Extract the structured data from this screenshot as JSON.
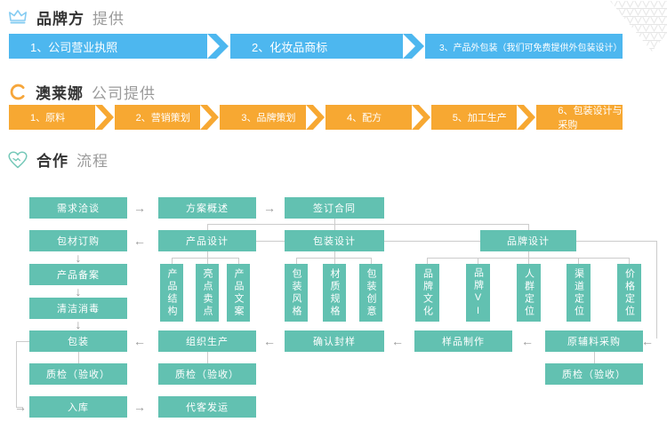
{
  "colors": {
    "blue": "#4db7ef",
    "orange": "#f7a832",
    "teal": "#62c1b1",
    "line": "#cccccc",
    "arrow": "#999999",
    "title_dark": "#333333",
    "title_light": "#999999",
    "icon_blue": "#85ccf2",
    "icon_orange": "#f6a63b",
    "icon_teal": "#74c8b8",
    "deco_gray": "#e6e6e6"
  },
  "arrows": {
    "right": "→",
    "left": "←",
    "down": "↓"
  },
  "sections": [
    {
      "icon": "crown-icon",
      "title_bold": "品牌方",
      "title_light": "提供",
      "items": [
        "1、公司营业执照",
        "2、化妆品商标",
        "3、产品外包装（我们可免费提供外包装设计）"
      ]
    },
    {
      "icon": "ring-icon",
      "title_bold": "澳莱娜",
      "title_light": "公司提供",
      "items": [
        "1、原料",
        "2、营销策划",
        "3、品牌策划",
        "4、配方",
        "5、加工生产",
        "6、包装设计与采购"
      ]
    },
    {
      "icon": "heart-handshake-icon",
      "title_bold": "合作",
      "title_light": "流程"
    }
  ],
  "flow": {
    "boxes": {
      "demand": "需求洽谈",
      "proposal": "方案概述",
      "contract": "签订合同",
      "packaging_order": "包材订购",
      "product_design": "产品设计",
      "package_design": "包装设计",
      "brand_design": "品牌设计",
      "product_record": "产品备案",
      "cleaning": "清洁消毒",
      "packing": "包装",
      "production": "组织生产",
      "confirm_sample": "确认封样",
      "sample_making": "样品制作",
      "material_purchase": "原辅料采购",
      "qc": "质检（验收）",
      "storage": "入库",
      "shipping": "代客发运",
      "product_structure": "产品结构",
      "selling_points": "亮点卖点",
      "product_copy": "产品文案",
      "package_style": "包装风格",
      "material_spec": "材质规格",
      "package_creative": "包装创意",
      "brand_culture": "品牌文化",
      "brand_vi": "品牌VI",
      "audience_positioning": "人群定位",
      "channel_positioning": "渠道定位",
      "price_positioning": "价格定位"
    }
  }
}
